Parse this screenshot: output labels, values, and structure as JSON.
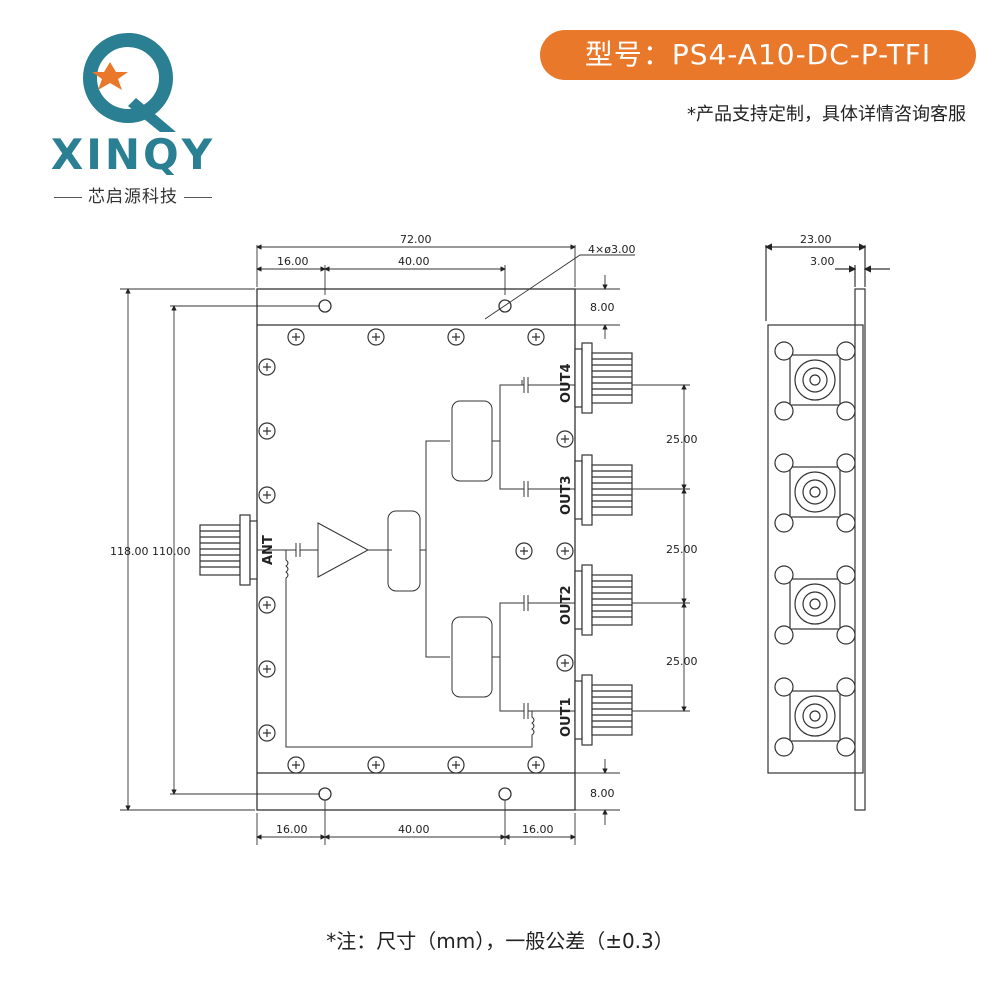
{
  "brand": {
    "logo_letters": "XINQY",
    "subtitle": "芯启源科技",
    "colors": {
      "teal": "#2b7f93",
      "orange": "#e9782b"
    }
  },
  "header": {
    "model_label": "型号：",
    "model_number": "PS4-A10-DC-P-TFI",
    "custom_note": "*产品支持定制，具体详情咨询客服"
  },
  "drawing": {
    "dimensions": {
      "total_width": "72.00",
      "left_offset": "16.00",
      "hole_spacing": "40.00",
      "hole_spec": "4×ø3.00",
      "edge_top": "8.00",
      "edge_bottom": "8.00",
      "total_height": "118.00",
      "hole_height": "110.00",
      "port_pitch_1": "25.00",
      "port_pitch_2": "25.00",
      "port_pitch_3": "25.00",
      "bottom_left": "16.00",
      "bottom_mid": "40.00",
      "bottom_right": "16.00",
      "side_width": "23.00",
      "side_flange": "3.00"
    },
    "ports": {
      "input": "ANT",
      "out1": "OUT1",
      "out2": "OUT2",
      "out3": "OUT3",
      "out4": "OUT4"
    }
  },
  "footer": {
    "note": "*注：尺寸（mm），一般公差（±0.3）"
  }
}
